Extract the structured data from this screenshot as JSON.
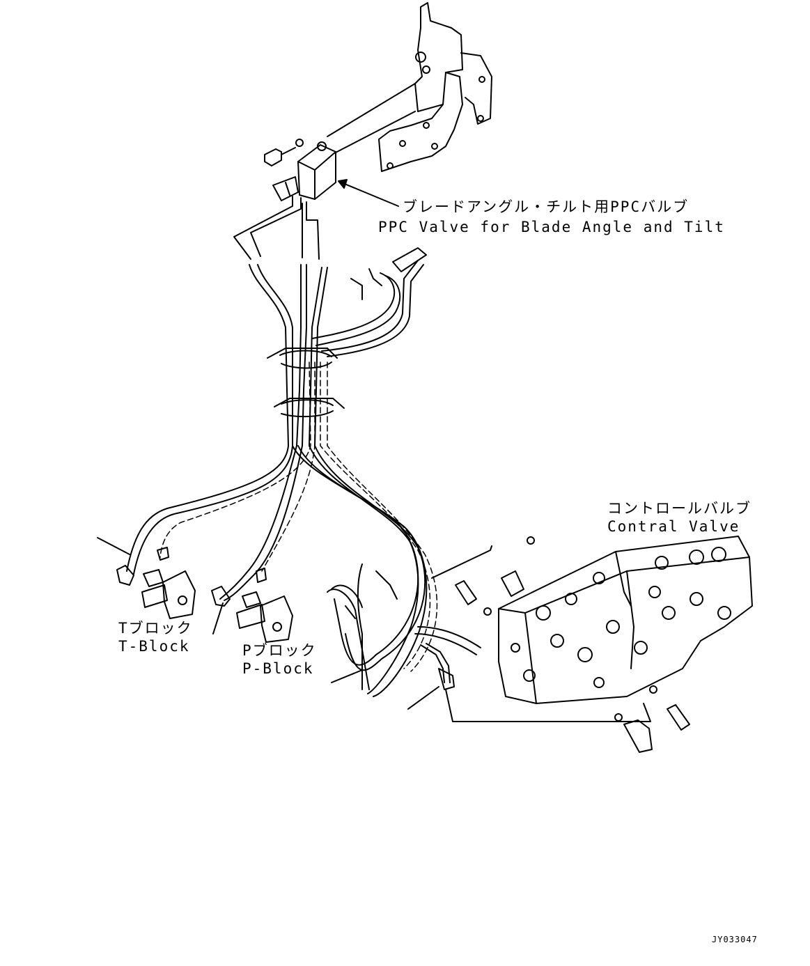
{
  "labels": {
    "ppc_valve_jp": "ブレードアングル・チルト用PPCバルブ",
    "ppc_valve_en": "PPC Valve for Blade Angle and Tilt",
    "control_valve_jp": "コントロールバルブ",
    "control_valve_en": "Contral Valve",
    "t_block_jp": "Tブロック",
    "t_block_en": "T-Block",
    "p_block_jp": "Pブロック",
    "p_block_en": "P-Block"
  },
  "drawing_code": "JY033047"
}
